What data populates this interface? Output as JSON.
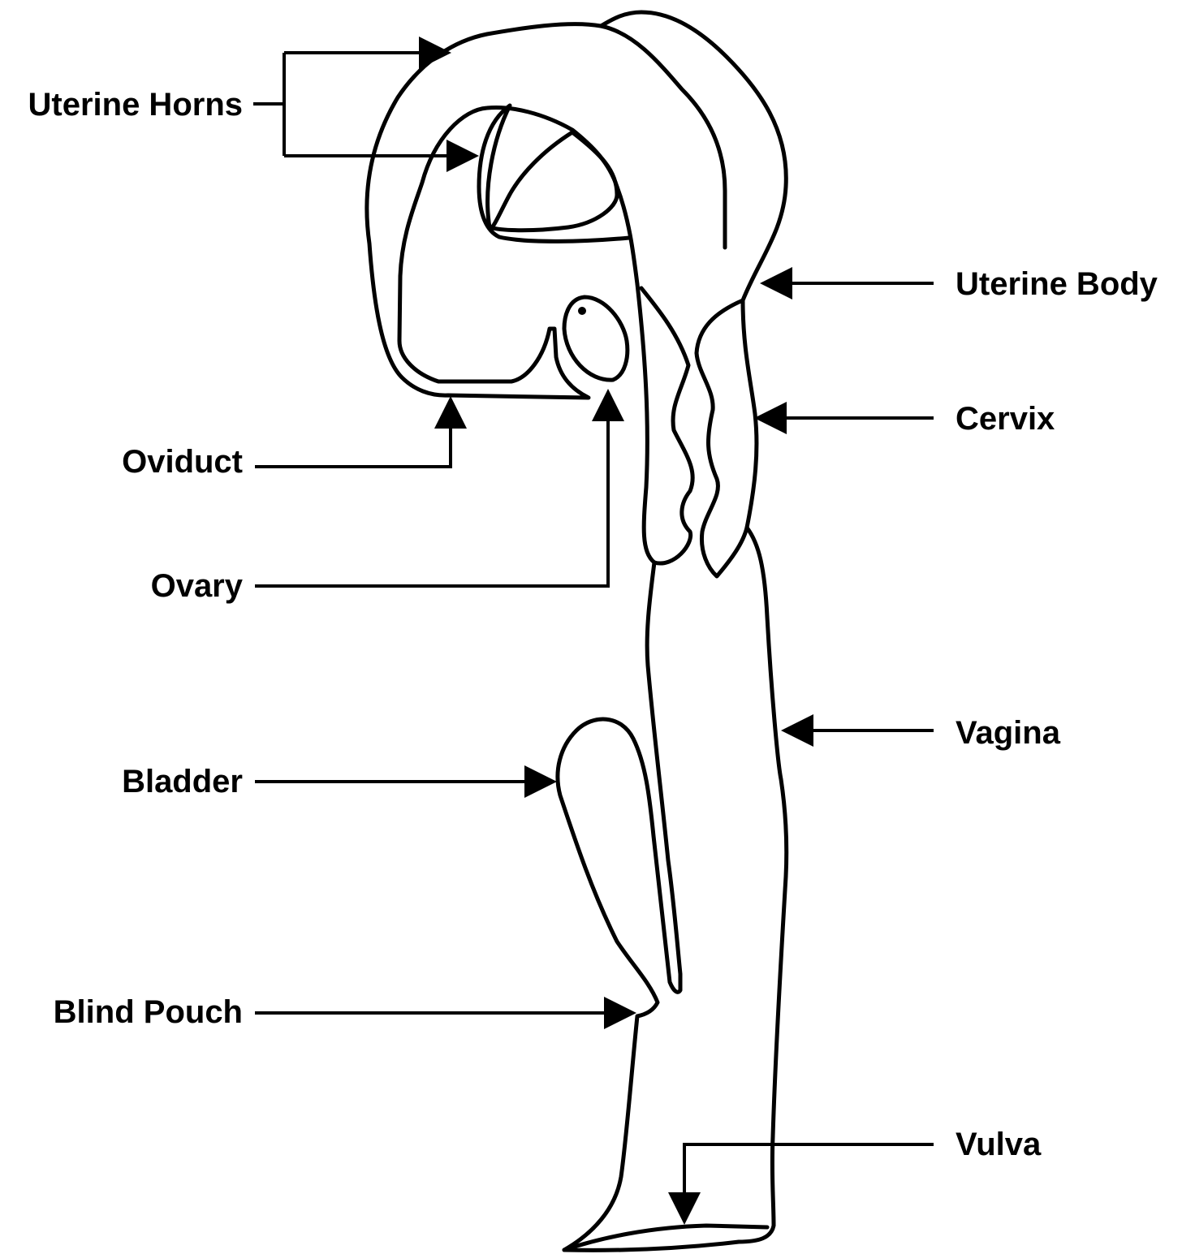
{
  "labels": {
    "uterine_horns": "Uterine Horns",
    "uterine_body": "Uterine Body",
    "cervix": "Cervix",
    "oviduct": "Oviduct",
    "ovary": "Ovary",
    "vagina": "Vagina",
    "bladder": "Bladder",
    "blind_pouch": "Blind Pouch",
    "vulva": "Vulva"
  },
  "colors": {
    "line": "#000000",
    "background": "#ffffff"
  }
}
